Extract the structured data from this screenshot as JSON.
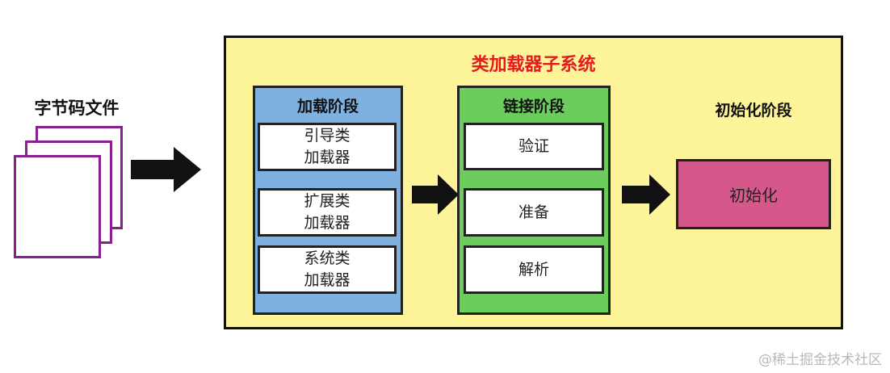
{
  "bytecode": {
    "label": "字节码文件"
  },
  "subsystem": {
    "title": "类加载器子系统"
  },
  "loading": {
    "title": "加载阶段",
    "items": [
      {
        "line1": "引导类",
        "line2": "加载器"
      },
      {
        "line1": "扩展类",
        "line2": "加载器"
      },
      {
        "line1": "系统类",
        "line2": "加载器"
      }
    ]
  },
  "linking": {
    "title": "链接阶段",
    "items": [
      "验证",
      "准备",
      "解析"
    ]
  },
  "initialization": {
    "title": "初始化阶段",
    "box_label": "初始化"
  },
  "watermark": "@稀土掘金技术社区",
  "colors": {
    "subsystem_bg": "#fef59b",
    "subsystem_title": "#e8191f",
    "loading_bg": "#7fb1e0",
    "linking_bg": "#6acd5c",
    "init_bg": "#d6588b",
    "page_border": "#8a1f92"
  }
}
